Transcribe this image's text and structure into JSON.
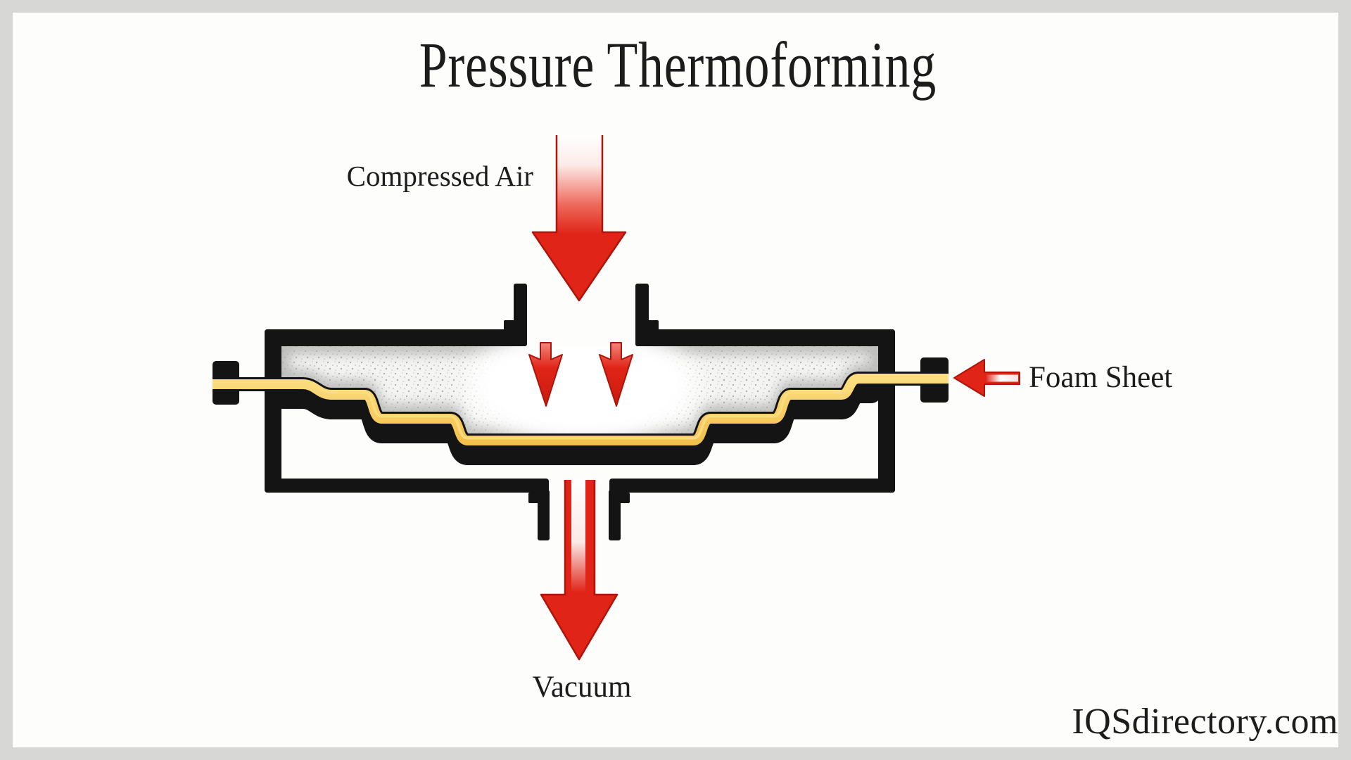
{
  "title": "Pressure Thermoforming",
  "labels": {
    "compressed_air": "Compressed Air",
    "foam_sheet": "Foam Sheet",
    "vacuum": "Vacuum"
  },
  "watermark": "IQSdirectory.com",
  "icons": {
    "compressed_air_arrow": "large-down-arrow-icon",
    "internal_pressure_arrows": "small-down-arrow-icon",
    "vacuum_arrow": "large-down-arrow-icon",
    "foam_sheet_arrow": "left-arrow-icon"
  },
  "colors": {
    "frame": "#d7d7d5",
    "paper": "#fdfdfc",
    "ink": "#141414",
    "red": "#e02417",
    "red_dark": "#ae150a",
    "red_mid": "#ee6a5c",
    "yellow": "#f3c14c",
    "yellow_hi": "#fbdd80",
    "stipple_bg": "#f4f4f2",
    "stipple_dot": "#8f8f8f",
    "text": "#1c1c1c"
  }
}
